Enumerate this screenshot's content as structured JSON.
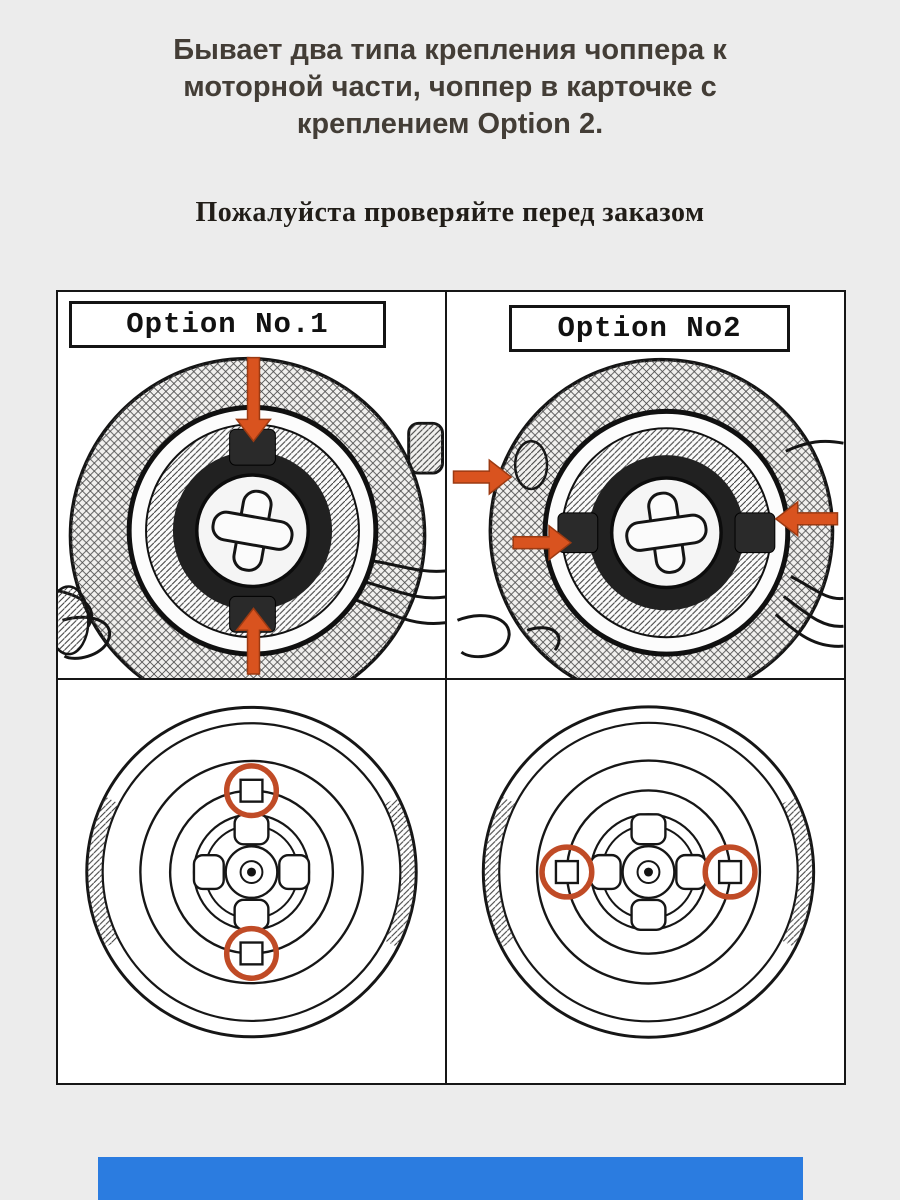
{
  "header": {
    "title_lines": [
      "Бывает два типа крепления чоппера к",
      "моторной части, чоппер в карточке с",
      "креплением Option 2."
    ],
    "subtitle": "Пожалуйста проверяйте перед заказом"
  },
  "panel": {
    "options": [
      {
        "label": "Option No.1",
        "tab_positions": "top and bottom"
      },
      {
        "label": "Option No2",
        "tab_positions": "left and right"
      }
    ]
  },
  "icons": {
    "arrow": "orange-pointer-arrow",
    "highlight": "orange-highlight-ring"
  },
  "colors": {
    "background": "#ECECEC",
    "title_text": "#433D36",
    "subtitle_text": "#211D18",
    "panel_line": "#161616",
    "accent_arrow": "#D9531F",
    "accent_ring": "#C04B26",
    "bottom_bar": "#2B7CE0"
  }
}
